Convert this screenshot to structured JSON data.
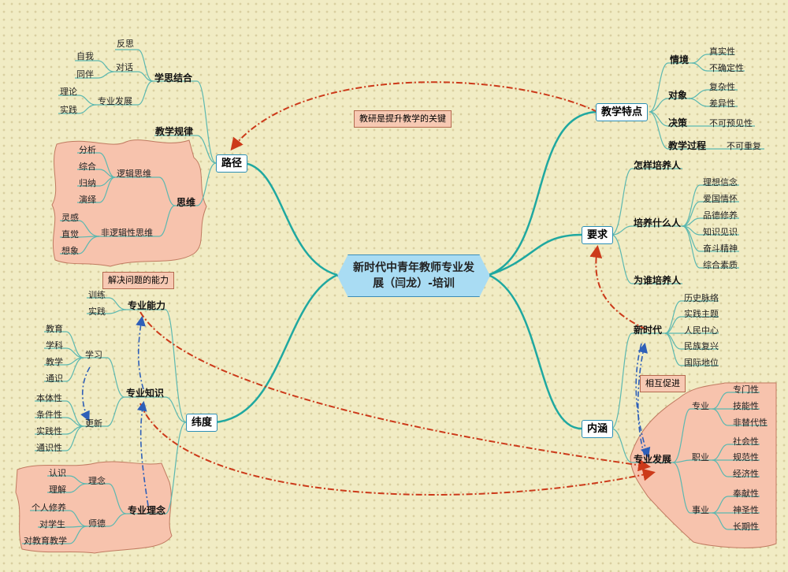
{
  "center": {
    "line1": "新时代中青年教师专业发",
    "line2": "展（闫龙）-培训"
  },
  "branches": {
    "lujing": {
      "label": "路径",
      "xuesi": {
        "label": "学思结合",
        "fansi": "反思",
        "duihua": "对话",
        "ziwo": "自我",
        "tongban": "同伴",
        "zhuanyefazhan": "专业发展",
        "lilun": "理论",
        "shijian": "实践"
      },
      "guilv": "教学规律",
      "siwei": {
        "label": "思维",
        "luoji": "逻辑思维",
        "fenxi": "分析",
        "zonghe": "综合",
        "guina": "归纳",
        "yanyi": "演绎",
        "feiluoji": "非逻辑性思维",
        "linggan": "灵感",
        "zhijue": "直觉",
        "xiangxiang": "想象"
      }
    },
    "weidu": {
      "label": "纬度",
      "nengli": {
        "label": "专业能力",
        "xunlian": "训练",
        "shijian": "实践"
      },
      "zhishi": {
        "label": "专业知识",
        "xuexi": "学习",
        "gengxin": "更新",
        "jiaoyu": "教育",
        "xueke": "学科",
        "jiaoxue": "教学",
        "tongshi": "通识",
        "bentixing": "本体性",
        "tiaojianxing": "条件性",
        "shijianxing": "实践性",
        "tongshixing": "通识性"
      },
      "linian": {
        "label": "专业理念",
        "linian_sub": "理念",
        "renshi": "认识",
        "lijie": "理解",
        "shide": "师德",
        "gerenxiuyang": "个人修养",
        "duixuesheng": "对学生",
        "duijiaoyu": "对教育教学"
      }
    },
    "tedian": {
      "label": "教学特点",
      "qingjing": {
        "label": "情境",
        "a": "真实性",
        "b": "不确定性"
      },
      "duixiang": {
        "label": "对象",
        "a": "复杂性",
        "b": "差异性"
      },
      "juece": {
        "label": "决策",
        "a": "不可预见性"
      },
      "guocheng": {
        "label": "教学过程",
        "a": "不可重复"
      }
    },
    "yaoqiu": {
      "label": "要求",
      "zenyang": "怎样培养人",
      "peiyang": {
        "label": "培养什么人",
        "items": [
          "理想信念",
          "爱国情怀",
          "品德修养",
          "知识见识",
          "奋斗精神",
          "综合素质"
        ]
      },
      "weishui": "为谁培养人"
    },
    "neihan": {
      "label": "内涵",
      "xinshidai": {
        "label": "新时代",
        "items": [
          "历史脉络",
          "实践主题",
          "人民中心",
          "民族复兴",
          "国际地位"
        ]
      },
      "fazhan": {
        "label": "专业发展",
        "zhuanye": {
          "label": "专业",
          "items": [
            "专门性",
            "技能性",
            "非替代性"
          ]
        },
        "zhiye": {
          "label": "职业",
          "items": [
            "社会性",
            "规范性",
            "经济性"
          ]
        },
        "shiye": {
          "label": "事业",
          "items": [
            "奉献性",
            "神圣性",
            "长期性"
          ]
        }
      }
    }
  },
  "callouts": {
    "jiaoyan": "教研是提升教学的关键",
    "jiejue": "解决问题的能力",
    "huxiang": "相互促进"
  },
  "colors": {
    "branch": "#1fa8a0",
    "leaf": "#5bb8b0",
    "dashRed": "#cc3a1a",
    "dashBlue": "#2e5fb8",
    "cloud": "#f7c3ad"
  }
}
